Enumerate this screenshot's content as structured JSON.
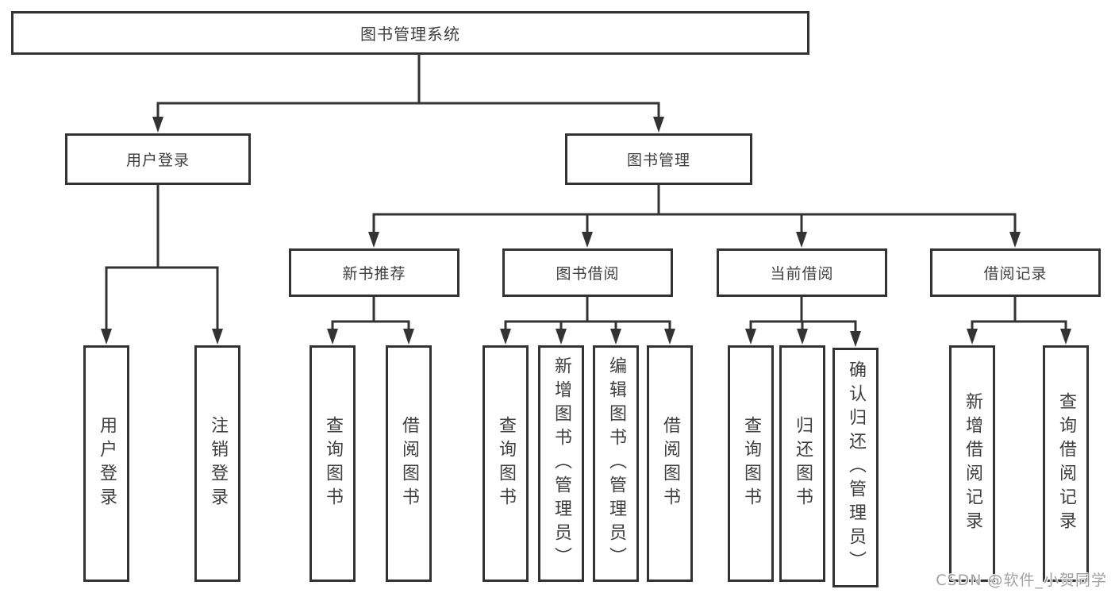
{
  "diagram": {
    "title": "图书管理系统",
    "branches": [
      {
        "label": "用户登录",
        "children": [
          "用户登录",
          "注销登录"
        ]
      },
      {
        "label": "图书管理",
        "children": [
          {
            "label": "新书推荐",
            "children": [
              "查询图书",
              "借阅图书"
            ]
          },
          {
            "label": "图书借阅",
            "children": [
              "查询图书",
              "新增图书（管理员）",
              "编辑图书（管理员）",
              "借阅图书"
            ]
          },
          {
            "label": "当前借阅",
            "children": [
              "查询图书",
              "归还图书",
              "确认归还（管理员）"
            ]
          },
          {
            "label": "借阅记录",
            "children": [
              "新增借阅记录",
              "查询借阅记录"
            ]
          }
        ]
      }
    ]
  },
  "watermark": "CSDN @软件_小贺同学",
  "colors": {
    "line": "#333333",
    "text": "#3f3f3f",
    "background": "#ffffff",
    "watermark": "#919191"
  }
}
